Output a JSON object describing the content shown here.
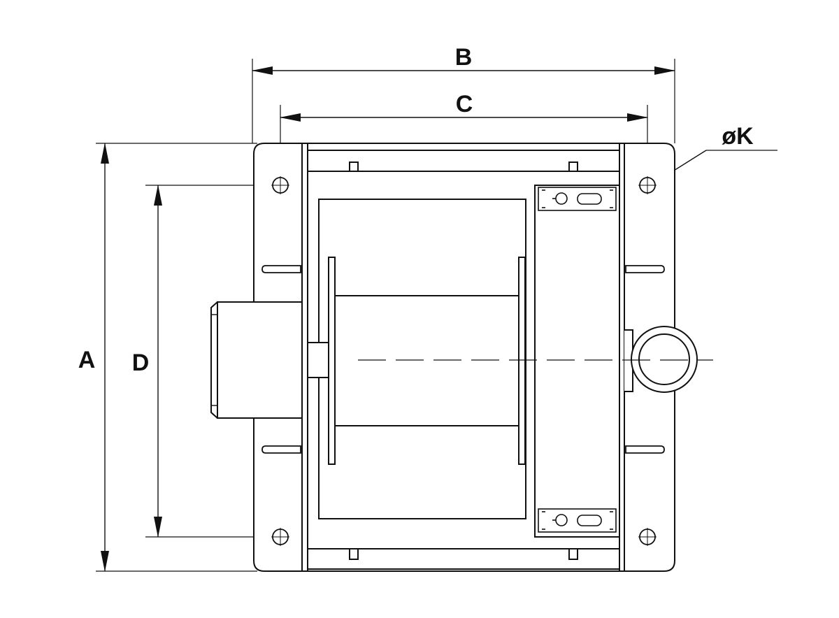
{
  "dimension_labels": {
    "overall_width": "B",
    "hole_spacing_width": "C",
    "overall_height": "A",
    "hole_spacing_height": "D",
    "hole_diameter": "øK"
  },
  "colors": {
    "line": "#111111",
    "background": "#ffffff"
  }
}
